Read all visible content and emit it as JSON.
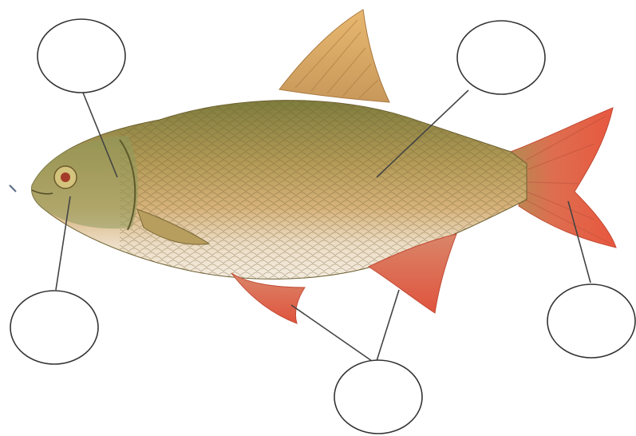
{
  "diagram": {
    "subject": "fish",
    "label_circles": [
      {
        "id": "head",
        "text": ""
      },
      {
        "id": "mouth",
        "text": ""
      },
      {
        "id": "body-scales",
        "text": ""
      },
      {
        "id": "tail-fin",
        "text": ""
      },
      {
        "id": "lower-fins",
        "text": ""
      }
    ],
    "colors": {
      "body_top": "#8c8a48",
      "body_mid": "#c9a968",
      "belly": "#efe3cf",
      "fin_red": "#e2644a",
      "fin_dorsal": "#d9a45c",
      "outline": "#333333"
    }
  }
}
